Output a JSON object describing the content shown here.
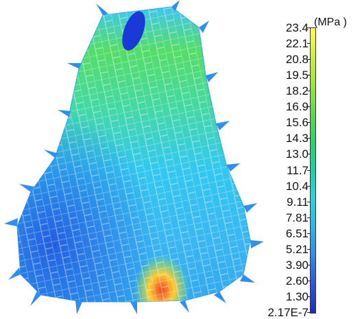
{
  "legend": {
    "unit": "(MPa )",
    "ticks": [
      "23.4",
      "22.1",
      "20.8",
      "19.5",
      "18.2",
      "16.9",
      "15.6",
      "14.3",
      "13.0",
      "11.7",
      "10.4",
      "9.11",
      "7.81",
      "6.51",
      "5.21",
      "3.90",
      "2.60",
      "1.30",
      "2.17E-7"
    ],
    "colors": [
      "#ffff40",
      "#ccf030",
      "#99e830",
      "#55dd44",
      "#22d66a",
      "#11d6a6",
      "#22d6e0",
      "#22b8f0",
      "#2a8cf0",
      "#2a55e8",
      "#1a2ad0"
    ]
  },
  "model": {
    "description_colors": {
      "dominant": "#33c8f0",
      "top_band": "#44dd66",
      "left_low": "#2a78e8",
      "hot_spot": "#ee4422"
    }
  }
}
